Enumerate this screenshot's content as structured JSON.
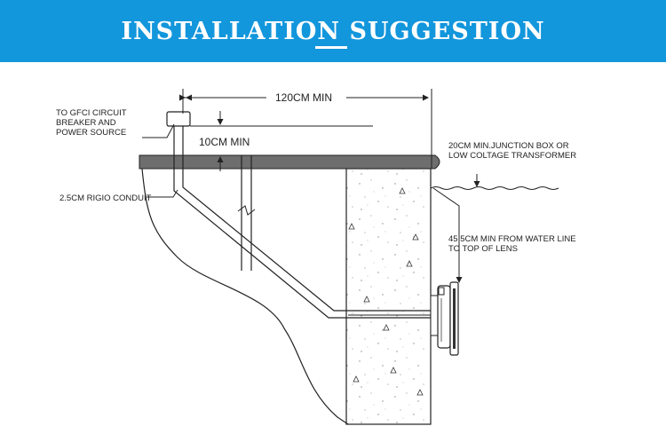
{
  "banner": {
    "title": "INSTALLATION SUGGESTION",
    "background": "#1296dc"
  },
  "labels": {
    "gfci_line1": "TO GFCI CIRCUIT",
    "gfci_line2": "BREAKER AND",
    "gfci_line3": "POWER SOURCE",
    "conduit": "2.5CM RIGIO CONDUIT",
    "width_min": "120CM MIN",
    "height_min": "10CM MIN",
    "junction_line1": "20CM MIN.JUNCTION BOX OR",
    "junction_line2": "LOW COLTAGE TRANSFORMER",
    "waterline_line1": "45.5CM MIN FROM WATER LINE",
    "waterline_line2": "TO TOP OF LENS"
  }
}
